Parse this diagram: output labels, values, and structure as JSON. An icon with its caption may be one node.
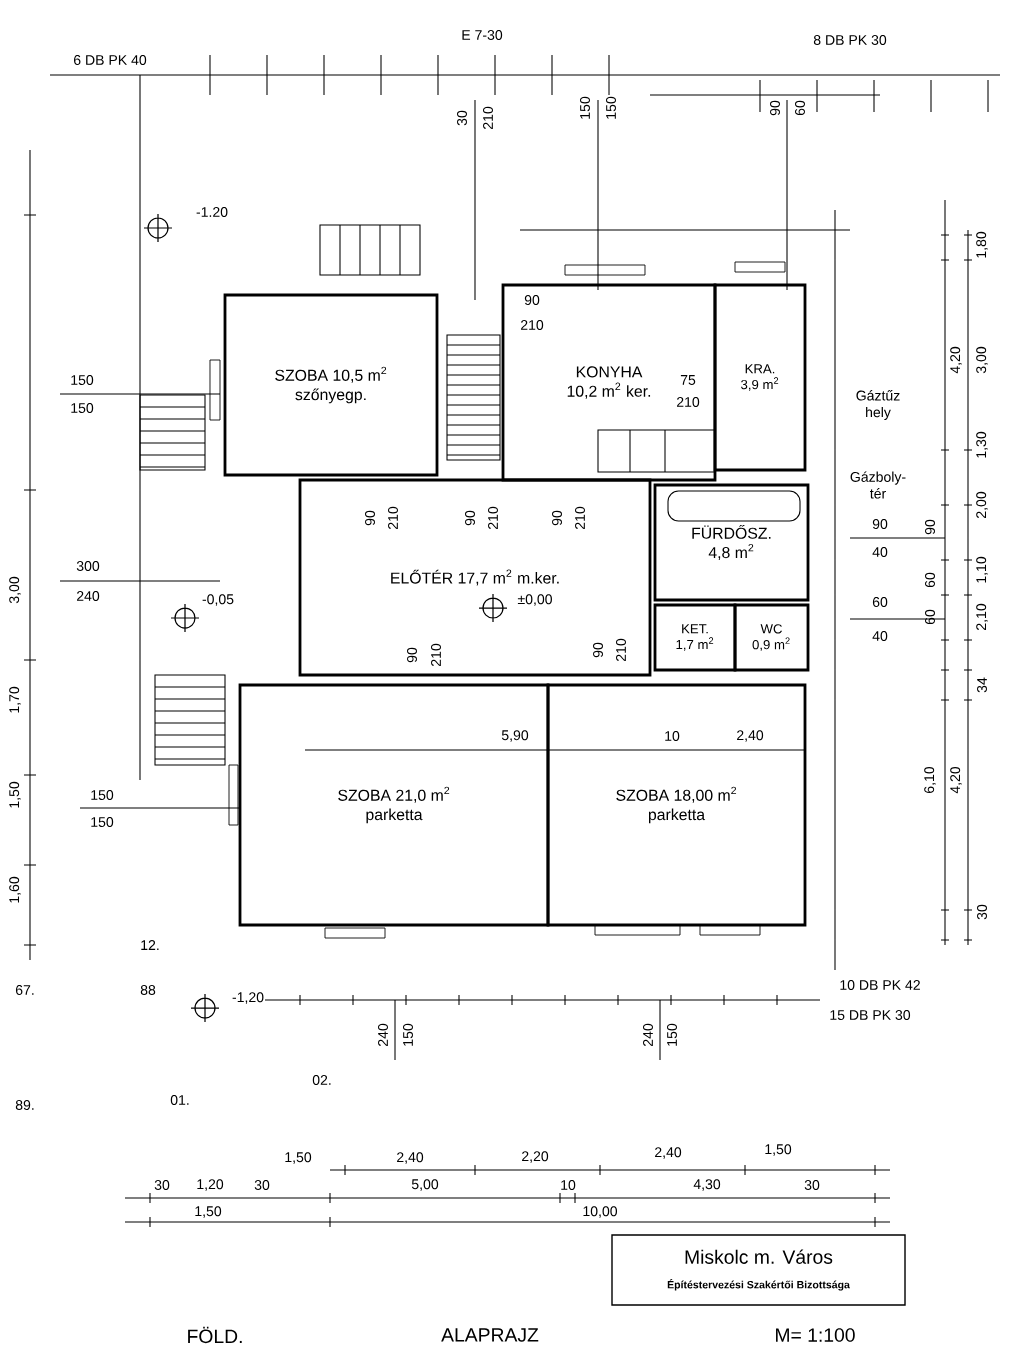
{
  "diagram": {
    "nodes": [
      {
        "text": [
          "SZOBA 10,5 m$^{2}$",
          "szőnyegp."
        ]
      },
      {
        "text": [
          "KONYHA",
          "10,2 m$^{2}$ ker."
        ]
      },
      {
        "text": [
          "KRA.",
          "3,9 m$^{2}$"
        ]
      },
      {
        "text": [
          "ELŐTÉR 17,7 m$^{2}$ m.ker."
        ]
      },
      {
        "text": [
          "FÜRDŐSZ.",
          "4,8 m$^{2}$"
        ]
      },
      {
        "text": [
          "KET.",
          "1,7 m$^{2}$"
        ]
      },
      {
        "text": [
          "WC",
          "0,9 m$^{2}$"
        ]
      },
      {
        "text": [
          "SZOBA 21,0 m$^{2}$",
          "parketta"
        ]
      },
      {
        "text": [
          "SZOBA 18,00 m$^{2}$",
          "parketta"
        ]
      },
      {
        "text": [
          "Miskolc m. Város",
          "Építéstervezési Szakértői Bizottsága"
        ]
      }
    ],
    "labels": [
      "6 DB PK 40",
      "E 7-30",
      "8 DB PK 30",
      "30",
      "210",
      "150",
      "150",
      "90",
      "60",
      "1,80",
      "-1.20",
      "90",
      "210",
      "150",
      "150",
      "4,20",
      "3,00",
      "75",
      "210",
      "Gáztűz hely",
      "1,30",
      "Gázboly-tér",
      "90",
      "210",
      "90",
      "210",
      "90",
      "210",
      "2,00",
      "90",
      "40",
      "90",
      "60",
      "1,10",
      "300",
      "240",
      "3,00",
      "-0,05",
      "±0,00",
      "60",
      "40",
      "60",
      "2,10",
      "90",
      "210",
      "90",
      "210",
      "34",
      "1,70",
      "5,90",
      "10",
      "2,40",
      "150",
      "150",
      "1,50",
      "6,10",
      "4,20",
      "1,60",
      "30",
      "12.",
      "67.",
      "88",
      "-1,20",
      "10 DB PK 42",
      "15 DB PK 30",
      "240",
      "150",
      "240",
      "150",
      "89.",
      "01.",
      "02.",
      "1,50",
      "2,40",
      "2,20",
      "2,40",
      "1,50",
      "30",
      "1,20",
      "30",
      "5,00",
      "10",
      "4,30",
      "30",
      "1,50",
      "10,00",
      "FÖLD.",
      "ALAPRAJZ",
      "M= 1:100"
    ]
  }
}
